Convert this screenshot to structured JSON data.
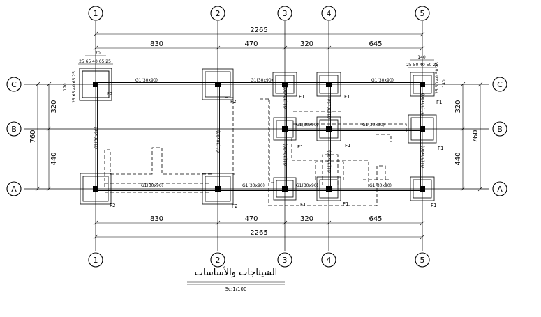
{
  "grid": {
    "columns": [
      "1",
      "2",
      "3",
      "4",
      "5"
    ],
    "rows": [
      "C",
      "B",
      "A"
    ]
  },
  "dimensions": {
    "horizontal_segments": [
      "830",
      "470",
      "320",
      "645"
    ],
    "horizontal_total": "2265",
    "vertical_segments": [
      "320",
      "440"
    ],
    "vertical_total": "760",
    "left_footing_width": "70",
    "right_footing_width": "140",
    "left_footing_parts": "25 65 40 65 25",
    "right_footing_parts": "25 50 40 50 25",
    "left_footing_side": "170",
    "right_footing_side": "140"
  },
  "beams": {
    "horizontal": "G1(30x90)",
    "vertical": "G1(30x90)"
  },
  "footings": {
    "f1": "F1",
    "f2": "F2"
  },
  "title": "الشيناجات والأساسات",
  "scale": "Sc:1/100"
}
